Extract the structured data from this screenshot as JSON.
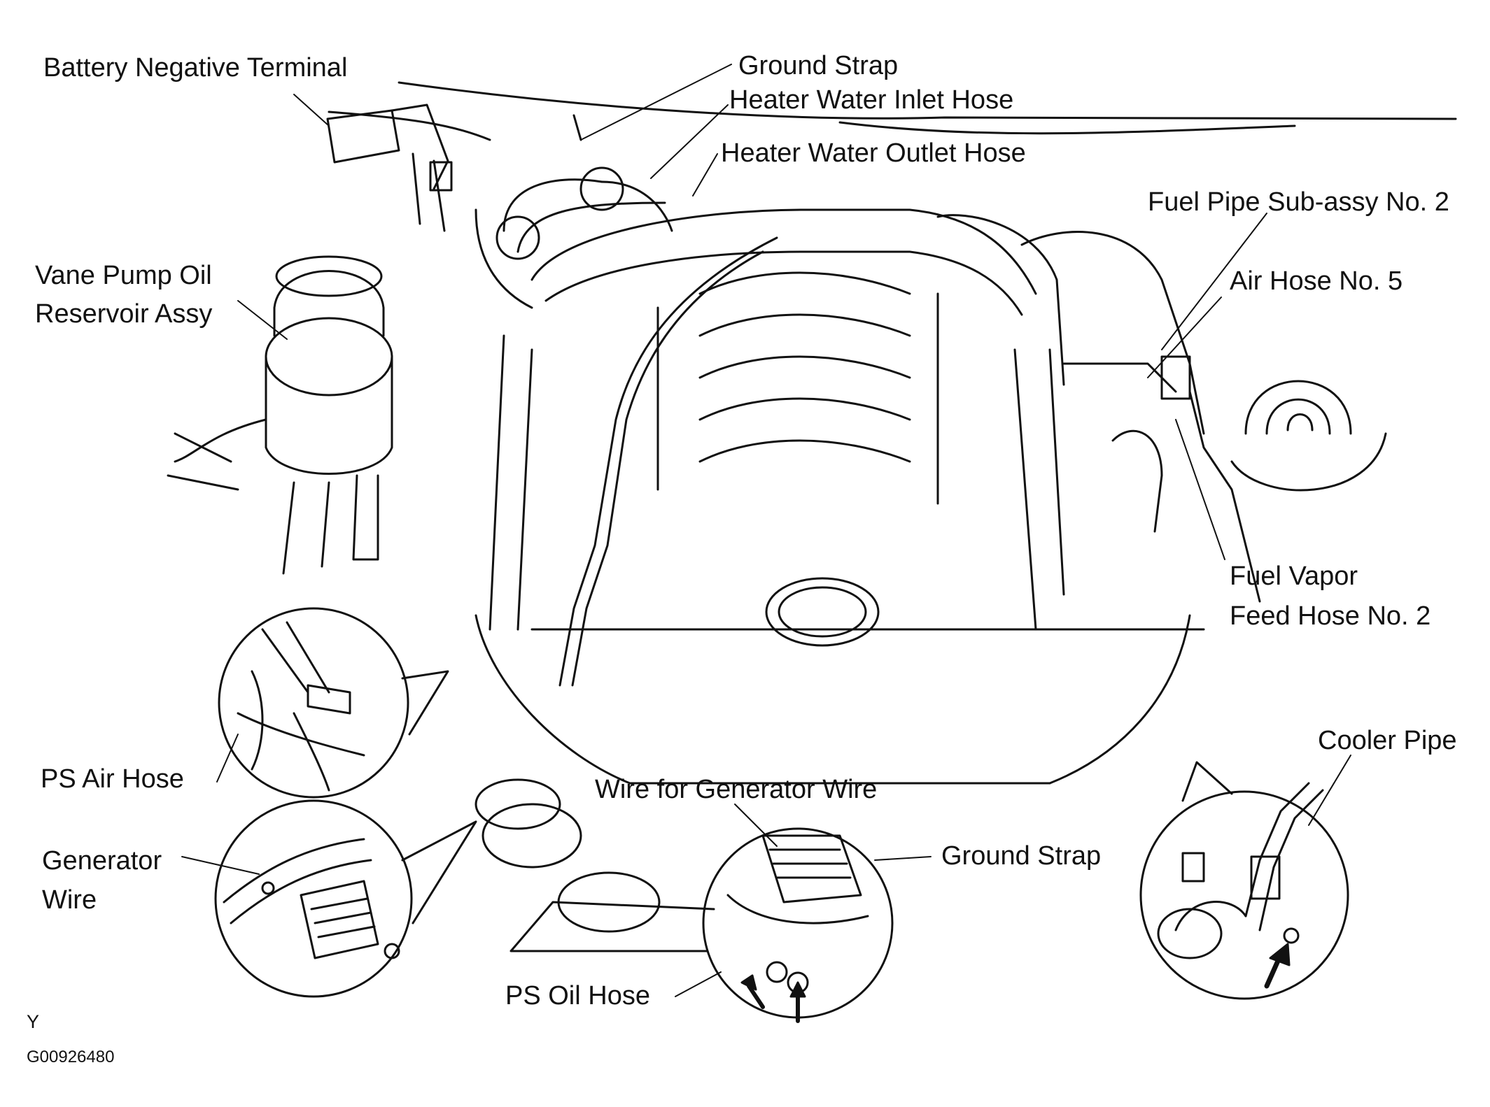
{
  "colors": {
    "ink": "#111111",
    "paper": "#ffffff"
  },
  "labels": {
    "battery_negative_terminal": "Battery Negative Terminal",
    "ground_strap_top": "Ground Strap",
    "heater_water_inlet_hose": "Heater Water Inlet Hose",
    "heater_water_outlet_hose": "Heater Water Outlet Hose",
    "fuel_pipe_sub_assy_no2": "Fuel Pipe Sub-assy No. 2",
    "air_hose_no5": "Air Hose No. 5",
    "vane_pump_line1": "Vane Pump Oil",
    "vane_pump_line2": "Reservoir Assy",
    "fuel_vapor_line1": "Fuel Vapor",
    "fuel_vapor_line2": "Feed Hose No. 2",
    "cooler_pipe": "Cooler Pipe",
    "ps_air_hose": "PS Air Hose",
    "wire_for_generator_wire": "Wire for Generator Wire",
    "ground_strap_bottom": "Ground Strap",
    "generator_wire_line1": "Generator",
    "generator_wire_line2": "Wire",
    "ps_oil_hose": "PS Oil Hose"
  },
  "figure": {
    "view_marker": "Y",
    "code": "G00926480"
  }
}
